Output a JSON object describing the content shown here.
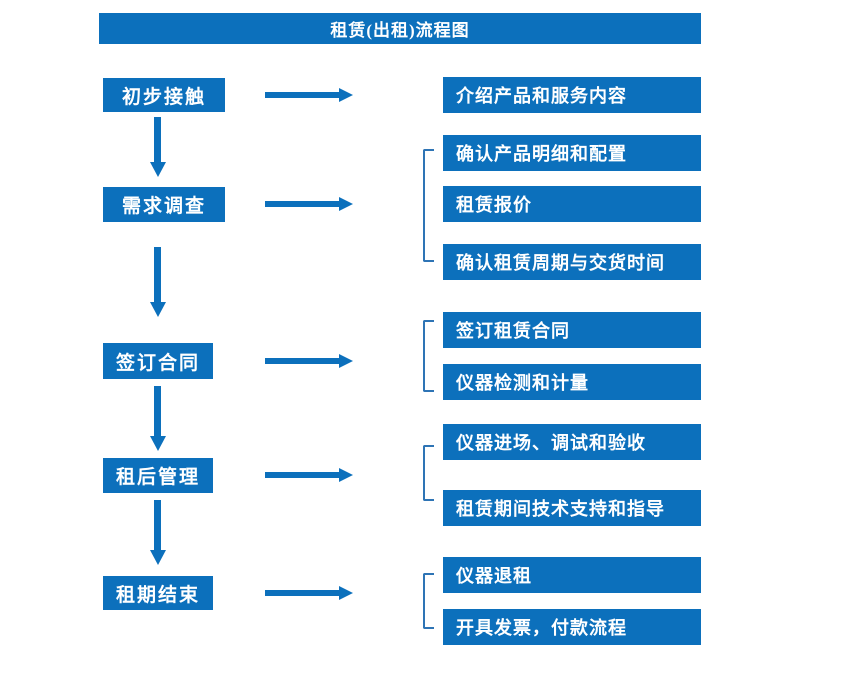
{
  "title": "租赁(出租)流程图",
  "colors": {
    "box_blue": "#0c70bc",
    "bracket_blue": "#2e74b5",
    "text_white": "#ffffff",
    "background": "#ffffff"
  },
  "steps": [
    {
      "label": "初步接触",
      "outputs": [
        "介绍产品和服务内容"
      ]
    },
    {
      "label": "需求调查",
      "outputs": [
        "确认产品明细和配置",
        "租赁报价",
        "确认租赁周期与交货时间"
      ]
    },
    {
      "label": "签订合同",
      "outputs": [
        "签订租赁合同",
        "仪器检测和计量"
      ]
    },
    {
      "label": "租后管理",
      "outputs": [
        "仪器进场、调试和验收",
        "租赁期间技术支持和指导"
      ]
    },
    {
      "label": "租期结束",
      "outputs": [
        "仪器退租",
        "开具发票，付款流程"
      ]
    }
  ]
}
